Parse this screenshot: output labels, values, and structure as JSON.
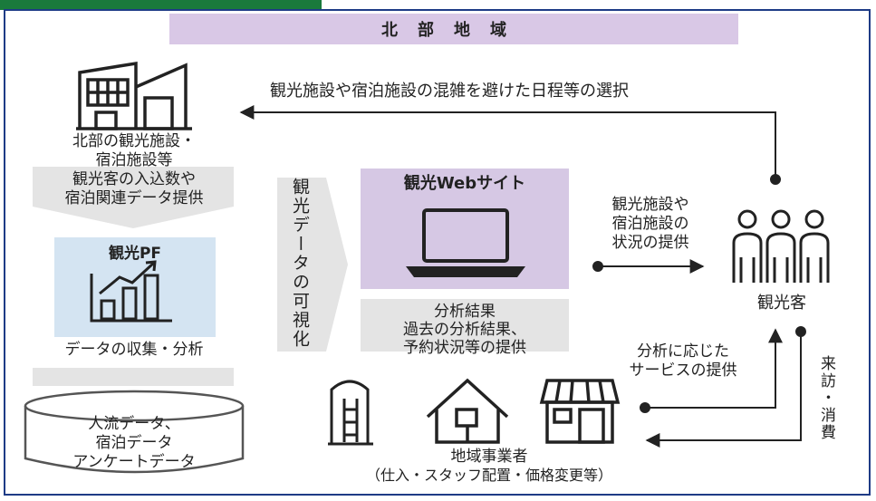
{
  "title": "北部地域",
  "top_arrow_label": "観光施設や宿泊施設の混雑を避けた日程等の選択",
  "facility": {
    "label_line1": "北部の観光施設・",
    "label_line2": "宿泊施設等",
    "provide_line1": "観光客の入込数や",
    "provide_line2": "宿泊関連データ提供"
  },
  "platform": {
    "label": "観光PF",
    "caption": "データの収集・分析"
  },
  "database": {
    "line1": "人流データ、",
    "line2": "宿泊データ",
    "line3": "アンケートデータ"
  },
  "visualize_label": "観光データの可視化",
  "website": {
    "label": "観光Webサイト"
  },
  "analysis": {
    "line1": "分析結果",
    "line2": "過去の分析結果、",
    "line3": "予約状況等の提供"
  },
  "status_provide": {
    "line1": "観光施設や",
    "line2": "宿泊施設の",
    "line3": "状況の提供"
  },
  "tourists_label": "観光客",
  "service_provide": {
    "line1": "分析に応じた",
    "line2": "サービスの提供"
  },
  "visit_label": "来訪・消費",
  "local_business": {
    "line1": "地域事業者",
    "line2": "（仕入・スタッフ配置・価格変更等）"
  }
}
